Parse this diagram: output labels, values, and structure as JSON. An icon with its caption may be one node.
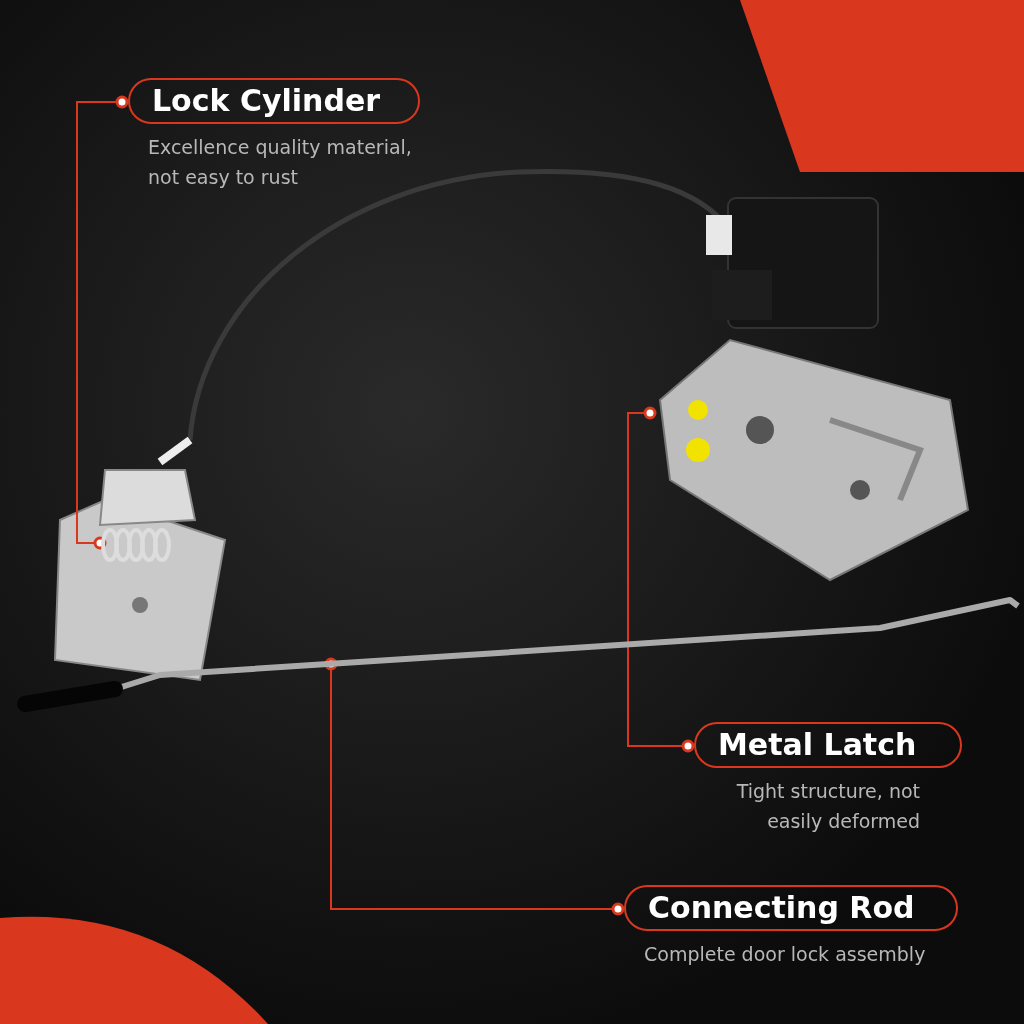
{
  "diagram": {
    "nodes": [
      {
        "text": [
          "Lock Cylinder",
          "Excellence quality material, not easy to rust"
        ]
      },
      {
        "text": [],
        "shape": "picture"
      },
      {
        "text": [
          "Metal Latch",
          "Tight structure, not easily deformed"
        ]
      },
      {
        "text": [],
        "shape": "picture"
      },
      {
        "text": [
          "Connecting Rod",
          "Complete door lock assembly"
        ]
      },
      {
        "text": [],
        "shape": "picture"
      }
    ],
    "edges": [
      {
        "from": 0,
        "to": 1,
        "arrow": "other"
      },
      {
        "from": 2,
        "to": 3,
        "arrow": "other"
      },
      {
        "from": 4,
        "to": 5,
        "arrow": "other"
      }
    ]
  }
}
